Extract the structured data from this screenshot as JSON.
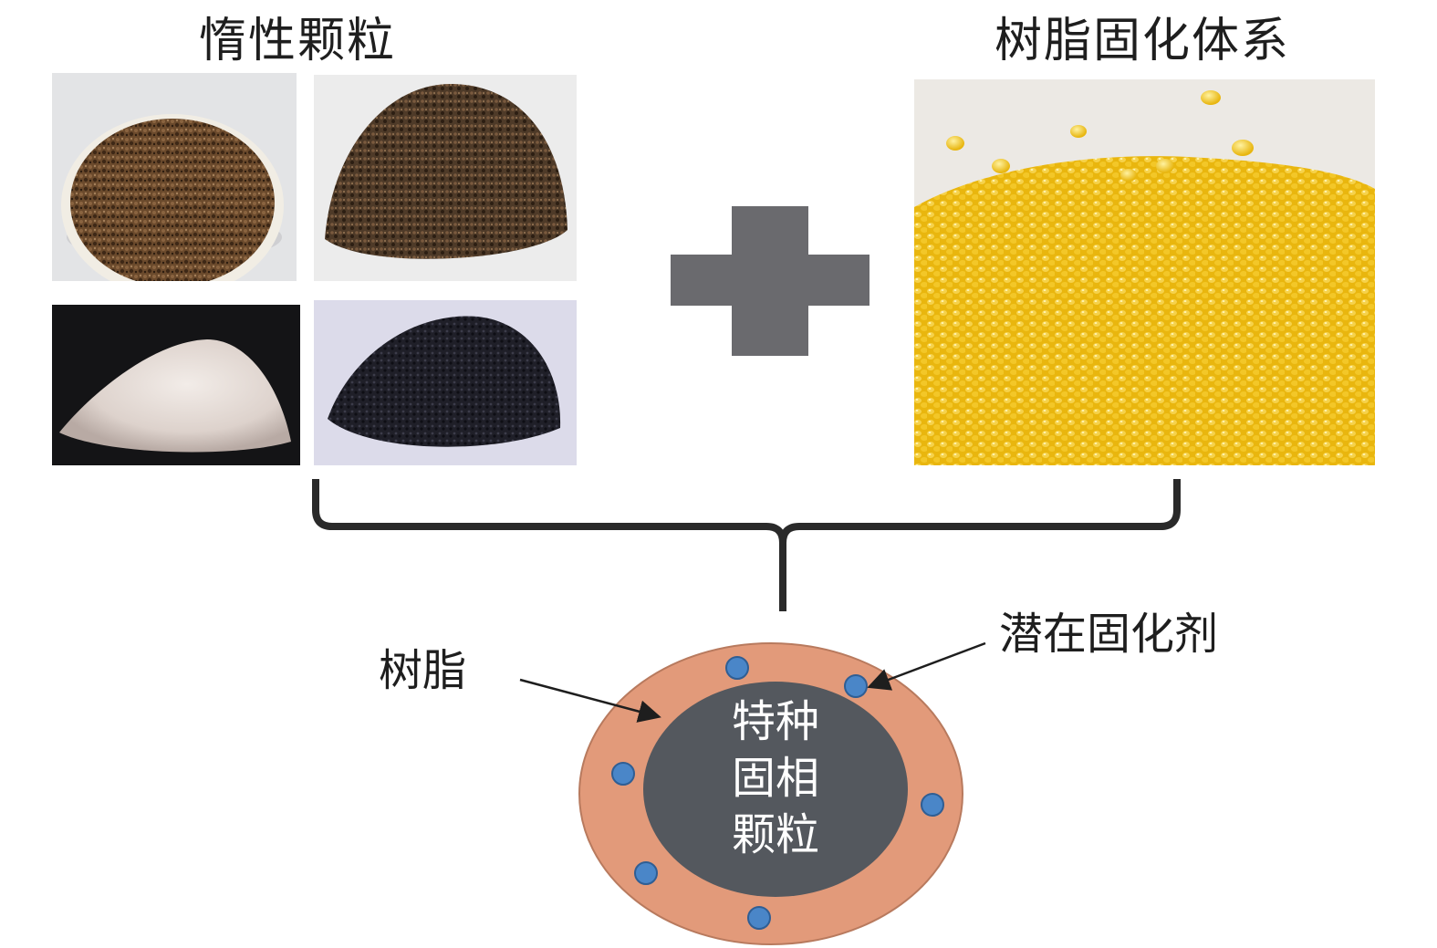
{
  "titles": {
    "inert_particles": "惰性颗粒",
    "resin_curing_system": "树脂固化体系"
  },
  "labels": {
    "resin": "树脂",
    "latent_curing_agent": "潜在固化剂"
  },
  "core": {
    "line1": "特种",
    "line2": "固相",
    "line3": "颗粒"
  },
  "colors": {
    "plus": "#6a6a6e",
    "shell": "#e29a7a",
    "core": "#54585e",
    "agent_dot": "#4a86c8",
    "brace": "#2a2a2a",
    "resin_pellets": "#f0c020"
  }
}
